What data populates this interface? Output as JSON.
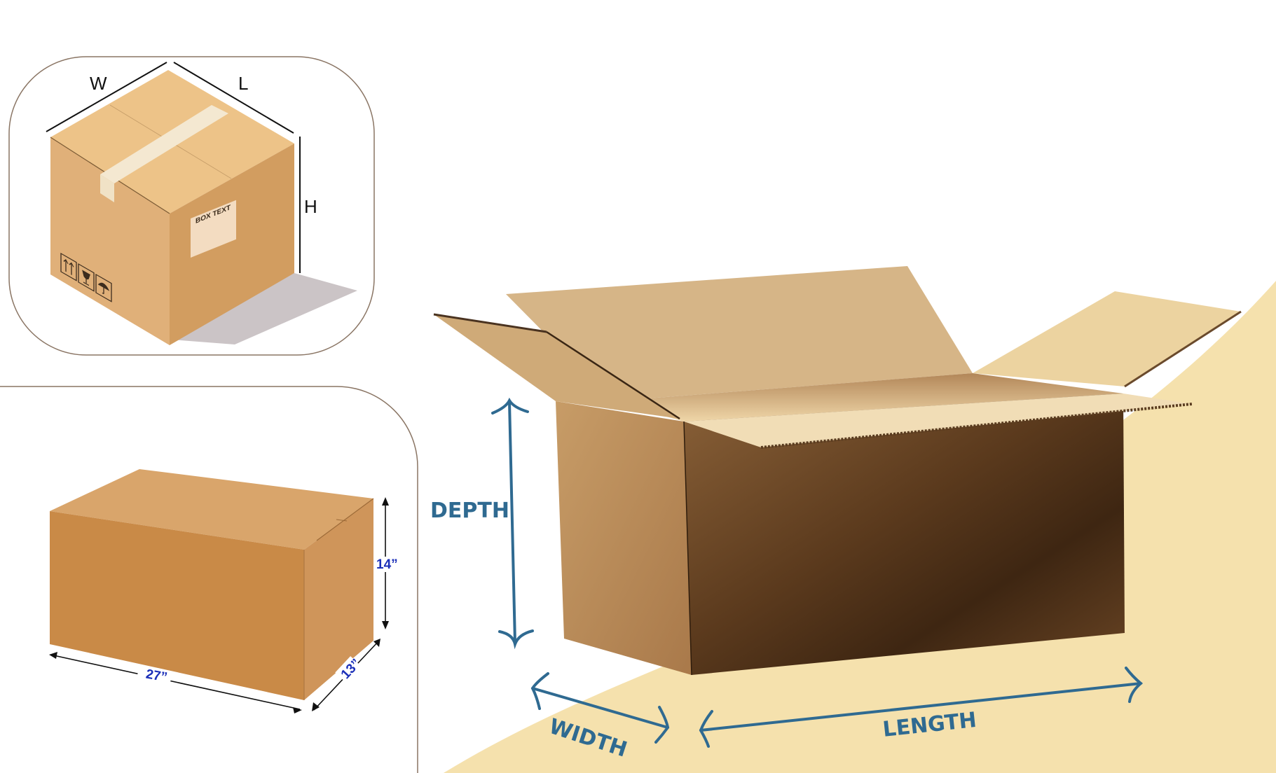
{
  "colors": {
    "panel_border": "#8a7564",
    "beige_background": "#f5e1ad",
    "dimension_blue": "#2f6a91",
    "label_blue": "#1b2fb8",
    "cardboard_light": "#e7be84",
    "cardboard_mid": "#cfa06a",
    "cardboard_dark": "#5a3a1e"
  },
  "panels": {
    "isometric_box": {
      "labels": {
        "width": "W",
        "length": "L",
        "height": "H"
      },
      "shipping_label": {
        "title": "BOX TEXT"
      },
      "handling_icons": [
        "this-side-up-icon",
        "fragile-glass-icon",
        "keep-dry-umbrella-icon"
      ]
    },
    "measured_box": {
      "length": "27”",
      "width": "13”",
      "height": "14”"
    }
  },
  "hero": {
    "labels": {
      "depth": "DEPTH",
      "width": "WIDTH",
      "length": "LENGTH"
    }
  }
}
